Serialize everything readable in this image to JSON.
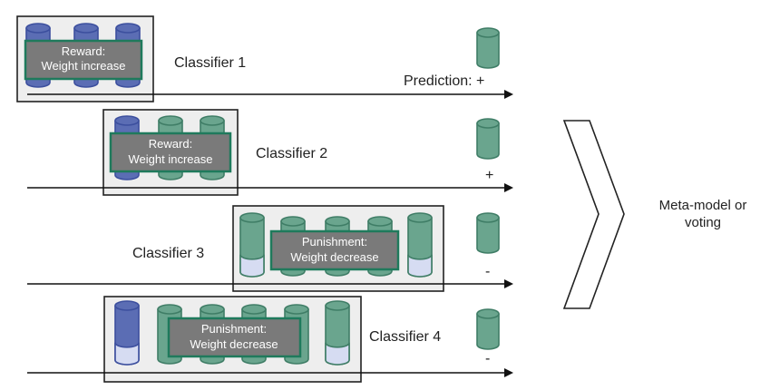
{
  "rows": [
    {
      "classifier_label": "Classifier 1",
      "box_text": [
        "Reward:",
        "Weight increase"
      ],
      "prediction": "Prediction: +"
    },
    {
      "classifier_label": "Classifier 2",
      "box_text": [
        "Reward:",
        "Weight increase"
      ],
      "prediction": "+"
    },
    {
      "classifier_label": "Classifier 3",
      "box_text": [
        "Punishment:",
        "Weight decrease"
      ],
      "prediction": "-"
    },
    {
      "classifier_label": "Classifier 4",
      "box_text": [
        "Punishment:",
        "Weight decrease"
      ],
      "prediction": "-"
    }
  ],
  "aggregator": [
    "Meta-model or",
    "voting"
  ],
  "colors": {
    "blue_cylinder": "#5b6db4",
    "blue_cylinder_dark": "#3c4f9e",
    "light_cylinder": "#d6dcf2",
    "green_cylinder": "#6aa58e",
    "green_cylinder_dark": "#3f7d66",
    "grey_panel": "#7a7a7a",
    "panel_border": "#1f7a5c",
    "window_fill": "#eeeeee"
  }
}
